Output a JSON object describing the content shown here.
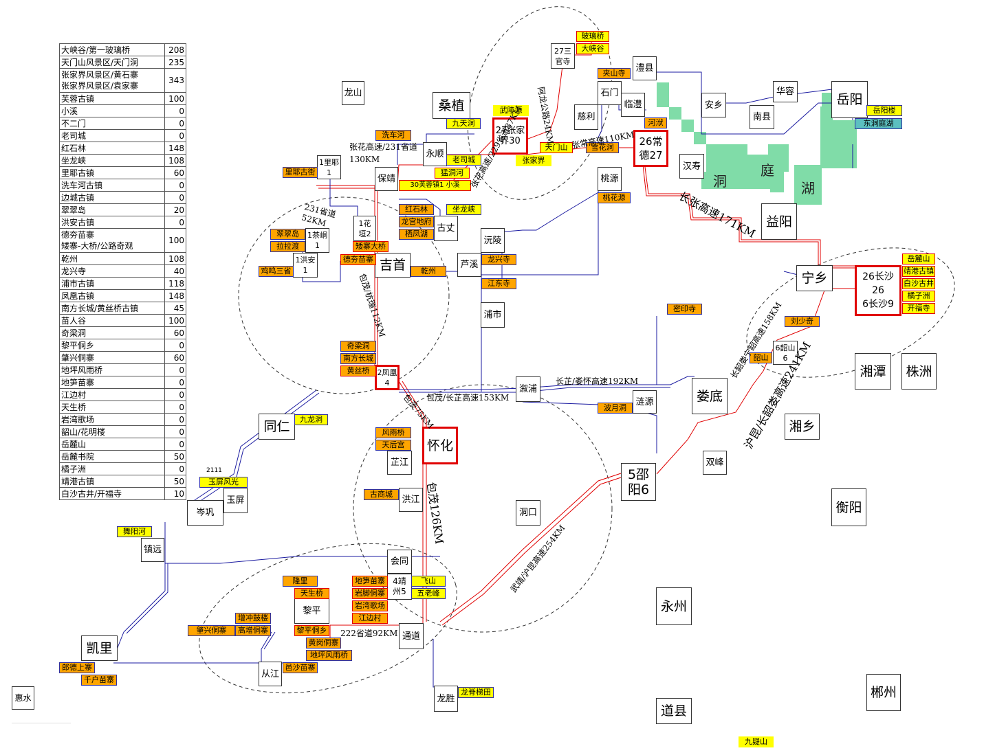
{
  "table": [
    {
      "name": "大峡谷/第一玻璃桥",
      "value": "208"
    },
    {
      "name": "天门山风景区/天门洞",
      "value": "235"
    },
    {
      "name": "张家界风景区/黄石寨\n张家界风景区/袁家寨",
      "value": "343"
    },
    {
      "name": "芙蓉古镇",
      "value": "100"
    },
    {
      "name": "小溪",
      "value": "0"
    },
    {
      "name": "不二门",
      "value": "0"
    },
    {
      "name": "老司城",
      "value": "0"
    },
    {
      "name": "红石林",
      "value": "148"
    },
    {
      "name": "坐龙峡",
      "value": "108"
    },
    {
      "name": "里耶古镇",
      "value": "60"
    },
    {
      "name": "洗车河古镇",
      "value": "0"
    },
    {
      "name": "边城古镇",
      "value": "0"
    },
    {
      "name": "翠翠岛",
      "value": "20"
    },
    {
      "name": "洪安古镇",
      "value": "0"
    },
    {
      "name": "德夯苗寨\n矮寨-大桥/公路奇观",
      "value": "100"
    },
    {
      "name": "乾州",
      "value": "108"
    },
    {
      "name": "龙兴寺",
      "value": "40"
    },
    {
      "name": "浦市古镇",
      "value": "118"
    },
    {
      "name": "凤凰古镇",
      "value": "148"
    },
    {
      "name": "南方长城/黄丝桥古镇",
      "value": "45"
    },
    {
      "name": "苗人谷",
      "value": "100"
    },
    {
      "name": "奇梁洞",
      "value": "60"
    },
    {
      "name": "黎平侗乡",
      "value": "0"
    },
    {
      "name": "肇兴侗寨",
      "value": "60"
    },
    {
      "name": "地坪风雨桥",
      "value": "0"
    },
    {
      "name": "地笋苗寨",
      "value": "0"
    },
    {
      "name": "江边村",
      "value": "0"
    },
    {
      "name": "天生桥",
      "value": "0"
    },
    {
      "name": "岩湾歌场",
      "value": "0"
    },
    {
      "name": "韶山/花明楼",
      "value": "0"
    },
    {
      "name": "岳麓山",
      "value": "0"
    },
    {
      "name": "岳麓书院",
      "value": "50"
    },
    {
      "name": "橘子洲",
      "value": "0"
    },
    {
      "name": "靖港古镇",
      "value": "50"
    },
    {
      "name": "白沙古井/开福寺",
      "value": "10"
    }
  ],
  "cities": [
    {
      "id": "longshan",
      "text": "龙山",
      "big": false,
      "red": false
    },
    {
      "id": "sangzhi",
      "text": "桑植",
      "big": true,
      "red": false
    },
    {
      "id": "zhangjiajie",
      "text": "27张家\n界30",
      "big": false,
      "red": true
    },
    {
      "id": "27sanguansi",
      "text": "27三\n官寺",
      "big": false,
      "red": false
    },
    {
      "id": "lixian",
      "text": "澧县",
      "big": false,
      "red": false
    },
    {
      "id": "shimen",
      "text": "石门",
      "big": false,
      "red": false
    },
    {
      "id": "linli",
      "text": "临澧",
      "big": false,
      "red": false
    },
    {
      "id": "cili",
      "text": "慈利",
      "big": false,
      "red": false
    },
    {
      "id": "changde",
      "text": "26常\n德27",
      "big": false,
      "red": true
    },
    {
      "id": "anxiang",
      "text": "安乡",
      "big": false,
      "red": false
    },
    {
      "id": "huarong",
      "text": "华容",
      "big": false,
      "red": false
    },
    {
      "id": "yueyang",
      "text": "岳阳",
      "big": true,
      "red": false
    },
    {
      "id": "nanxian",
      "text": "南县",
      "big": false,
      "red": false
    },
    {
      "id": "hanshou",
      "text": "汉寿",
      "big": false,
      "red": false
    },
    {
      "id": "taoyuan",
      "text": "桃源",
      "big": false,
      "red": false
    },
    {
      "id": "yiyang",
      "text": "益阳",
      "big": true,
      "red": false
    },
    {
      "id": "yongshun",
      "text": "永顺",
      "big": false,
      "red": false
    },
    {
      "id": "liye",
      "text": "1里耶\n1",
      "big": false,
      "red": false
    },
    {
      "id": "baojing",
      "text": "保靖",
      "big": false,
      "red": false
    },
    {
      "id": "huayuan",
      "text": "1花\n垣2",
      "big": false,
      "red": false
    },
    {
      "id": "chadong",
      "text": "1茶峒\n1",
      "big": false,
      "red": false
    },
    {
      "id": "hongan",
      "text": "1洪安\n1",
      "big": false,
      "red": false
    },
    {
      "id": "jishou",
      "text": "吉首",
      "big": true,
      "red": false
    },
    {
      "id": "guzhang",
      "text": "古丈",
      "big": false,
      "red": false
    },
    {
      "id": "luxi",
      "text": "芦溪",
      "big": false,
      "red": false
    },
    {
      "id": "yuanling",
      "text": "沅陵",
      "big": false,
      "red": false
    },
    {
      "id": "pushi",
      "text": "浦市",
      "big": false,
      "red": false
    },
    {
      "id": "fenghuang",
      "text": "2凤凰\n4",
      "big": false,
      "red": true
    },
    {
      "id": "ningxiang",
      "text": "宁乡",
      "big": true,
      "red": false
    },
    {
      "id": "changsha",
      "text": "26长沙\n26\n6长沙9",
      "big": false,
      "red": true
    },
    {
      "id": "shaoshan",
      "text": "6韶山\n6",
      "big": false,
      "red": false
    },
    {
      "id": "xiangtan",
      "text": "湘潭",
      "big": true,
      "red": false
    },
    {
      "id": "zhuzhou",
      "text": "株洲",
      "big": true,
      "red": false
    },
    {
      "id": "xupu",
      "text": "溆浦",
      "big": false,
      "red": false
    },
    {
      "id": "lianyuan",
      "text": "涟源",
      "big": false,
      "red": false
    },
    {
      "id": "loudi",
      "text": "娄底",
      "big": true,
      "red": false
    },
    {
      "id": "xiangxiang",
      "text": "湘乡",
      "big": true,
      "red": false
    },
    {
      "id": "tongren",
      "text": "同仁",
      "big": true,
      "red": false
    },
    {
      "id": "huaihua",
      "text": "怀化",
      "big": true,
      "red": true
    },
    {
      "id": "zhijiang",
      "text": "芷江",
      "big": false,
      "red": false
    },
    {
      "id": "shuangfeng",
      "text": "双峰",
      "big": false,
      "red": false
    },
    {
      "id": "shaoyang",
      "text": "5邵\n阳6",
      "big": true,
      "red": false
    },
    {
      "id": "hengyang",
      "text": "衡阳",
      "big": true,
      "red": false
    },
    {
      "id": "yuping",
      "text": "玉屏",
      "big": false,
      "red": false
    },
    {
      "id": "cengong",
      "text": "岑巩",
      "big": false,
      "red": false
    },
    {
      "id": "hongjiang",
      "text": "洪江",
      "big": false,
      "red": false
    },
    {
      "id": "dongkou",
      "text": "洞口",
      "big": false,
      "red": false
    },
    {
      "id": "zhenyuan",
      "text": "镇远",
      "big": false,
      "red": false
    },
    {
      "id": "huitong",
      "text": "会同",
      "big": false,
      "red": false
    },
    {
      "id": "jingzhou",
      "text": "4靖\n州5",
      "big": false,
      "red": false
    },
    {
      "id": "liping",
      "text": "黎平",
      "big": false,
      "red": false
    },
    {
      "id": "tongdao",
      "text": "通道",
      "big": false,
      "red": false
    },
    {
      "id": "yongzhou",
      "text": "永州",
      "big": true,
      "red": false
    },
    {
      "id": "kaili",
      "text": "凯里",
      "big": true,
      "red": false
    },
    {
      "id": "congjiang",
      "text": "从江",
      "big": false,
      "red": false
    },
    {
      "id": "longsheng",
      "text": "龙胜",
      "big": false,
      "red": false
    },
    {
      "id": "daoxian",
      "text": "道县",
      "big": true,
      "red": false
    },
    {
      "id": "chenzhou",
      "text": "郴州",
      "big": true,
      "red": false
    },
    {
      "id": "huishui",
      "text": "惠水",
      "big": false,
      "red": false
    }
  ],
  "tags": [
    {
      "text": "玻璃桥",
      "style": "r"
    },
    {
      "text": "大峡谷",
      "style": "r"
    },
    {
      "text": "武陵源",
      "style": "y"
    },
    {
      "text": "九天洞",
      "style": "y"
    },
    {
      "text": "天门山",
      "style": "r"
    },
    {
      "text": "张家界",
      "style": "y"
    },
    {
      "text": "夹山寺",
      "style": "o"
    },
    {
      "text": "河洑",
      "style": "o"
    },
    {
      "text": "雪花洞",
      "style": "o"
    },
    {
      "text": "岳阳楼",
      "style": "y"
    },
    {
      "text": "东洞庭湖",
      "style": "t"
    },
    {
      "text": "桃花源",
      "style": "o"
    },
    {
      "text": "洗车河",
      "style": "o"
    },
    {
      "text": "老司城",
      "style": "y"
    },
    {
      "text": "猛洞河",
      "style": "r"
    },
    {
      "text": "30芙蓉镇1 小溪",
      "style": "r"
    },
    {
      "text": "里耶古街",
      "style": "o"
    },
    {
      "text": "红石林",
      "style": "o"
    },
    {
      "text": "坐龙峡",
      "style": "y"
    },
    {
      "text": "龙宫地府",
      "style": "o"
    },
    {
      "text": "栖凤湖",
      "style": "o"
    },
    {
      "text": "翠翠岛",
      "style": "o"
    },
    {
      "text": "拉拉渡",
      "style": "o"
    },
    {
      "text": "矮寨大桥",
      "style": "ro"
    },
    {
      "text": "德夯苗寨",
      "style": "ro"
    },
    {
      "text": "鸡鸣三省",
      "style": "o"
    },
    {
      "text": "乾州",
      "style": "o"
    },
    {
      "text": "龙兴寺",
      "style": "o"
    },
    {
      "text": "江东寺",
      "style": "o"
    },
    {
      "text": "岳麓山",
      "style": "r"
    },
    {
      "text": "靖港古镇",
      "style": "r"
    },
    {
      "text": "白沙古井",
      "style": "r"
    },
    {
      "text": "橘子洲",
      "style": "r"
    },
    {
      "text": "开福寺",
      "style": "r"
    },
    {
      "text": "密印寺",
      "style": "o"
    },
    {
      "text": "刘少奇",
      "style": "o"
    },
    {
      "text": "韶山",
      "style": "o"
    },
    {
      "text": "奇梁洞",
      "style": "o"
    },
    {
      "text": "南方长城",
      "style": "o"
    },
    {
      "text": "黄丝桥",
      "style": "ro"
    },
    {
      "text": "波月洞",
      "style": "o"
    },
    {
      "text": "九龙洞",
      "style": "y"
    },
    {
      "text": "风雨桥",
      "style": "o"
    },
    {
      "text": "天后宫",
      "style": "o"
    },
    {
      "text": "玉屏风光",
      "style": "y"
    },
    {
      "text": "古商城",
      "style": "o"
    },
    {
      "text": "舞阳河",
      "style": "y"
    },
    {
      "text": "隆里",
      "style": "o"
    },
    {
      "text": "天生桥",
      "style": "ro"
    },
    {
      "text": "地笋苗寨",
      "style": "ro"
    },
    {
      "text": "岩脚侗寨",
      "style": "ro"
    },
    {
      "text": "岩湾歌场",
      "style": "ro"
    },
    {
      "text": "江边村",
      "style": "ro"
    },
    {
      "text": "飞山",
      "style": "y"
    },
    {
      "text": "五老峰",
      "style": "y"
    },
    {
      "text": "增冲鼓楼",
      "style": "o"
    },
    {
      "text": "肇兴侗寨",
      "style": "o"
    },
    {
      "text": "高增侗寨",
      "style": "o"
    },
    {
      "text": "黎平侗乡",
      "style": "ro"
    },
    {
      "text": "黄岗侗寨",
      "style": "o"
    },
    {
      "text": "地坪风雨桥",
      "style": "o"
    },
    {
      "text": "郎德上寨",
      "style": "o"
    },
    {
      "text": "千户苗寨",
      "style": "o"
    },
    {
      "text": "邑沙苗寨",
      "style": "o"
    },
    {
      "text": "龙脊梯田",
      "style": "y"
    },
    {
      "text": "九嶷山",
      "style": "y"
    }
  ],
  "small_labels": {
    "n2111": "2111"
  },
  "lake": [
    "洞",
    "庭",
    "湖"
  ],
  "roads": [
    "张花高速/231省道130KM",
    "231省道52KM",
    "张花高速/229省道87KM",
    "张常高速110KM",
    "阿龙公路24KM",
    "包茂/杭瑞112KM",
    "长张高速171KM",
    "长韶娄宁韶高速158KM",
    "沪昆/长韶娄高速241KM",
    "长芷/娄怀高速192KM",
    "包茂/长芷高速153KM",
    "包茂75KM",
    "包茂126KM",
    "222省道92KM",
    "武靖/沪昆高速254KM"
  ],
  "colors": {
    "red": "#e00000",
    "blue": "#1a1aa0",
    "lake": "#80dca8",
    "yellow": "#ffff00",
    "orange": "#ffa500"
  }
}
